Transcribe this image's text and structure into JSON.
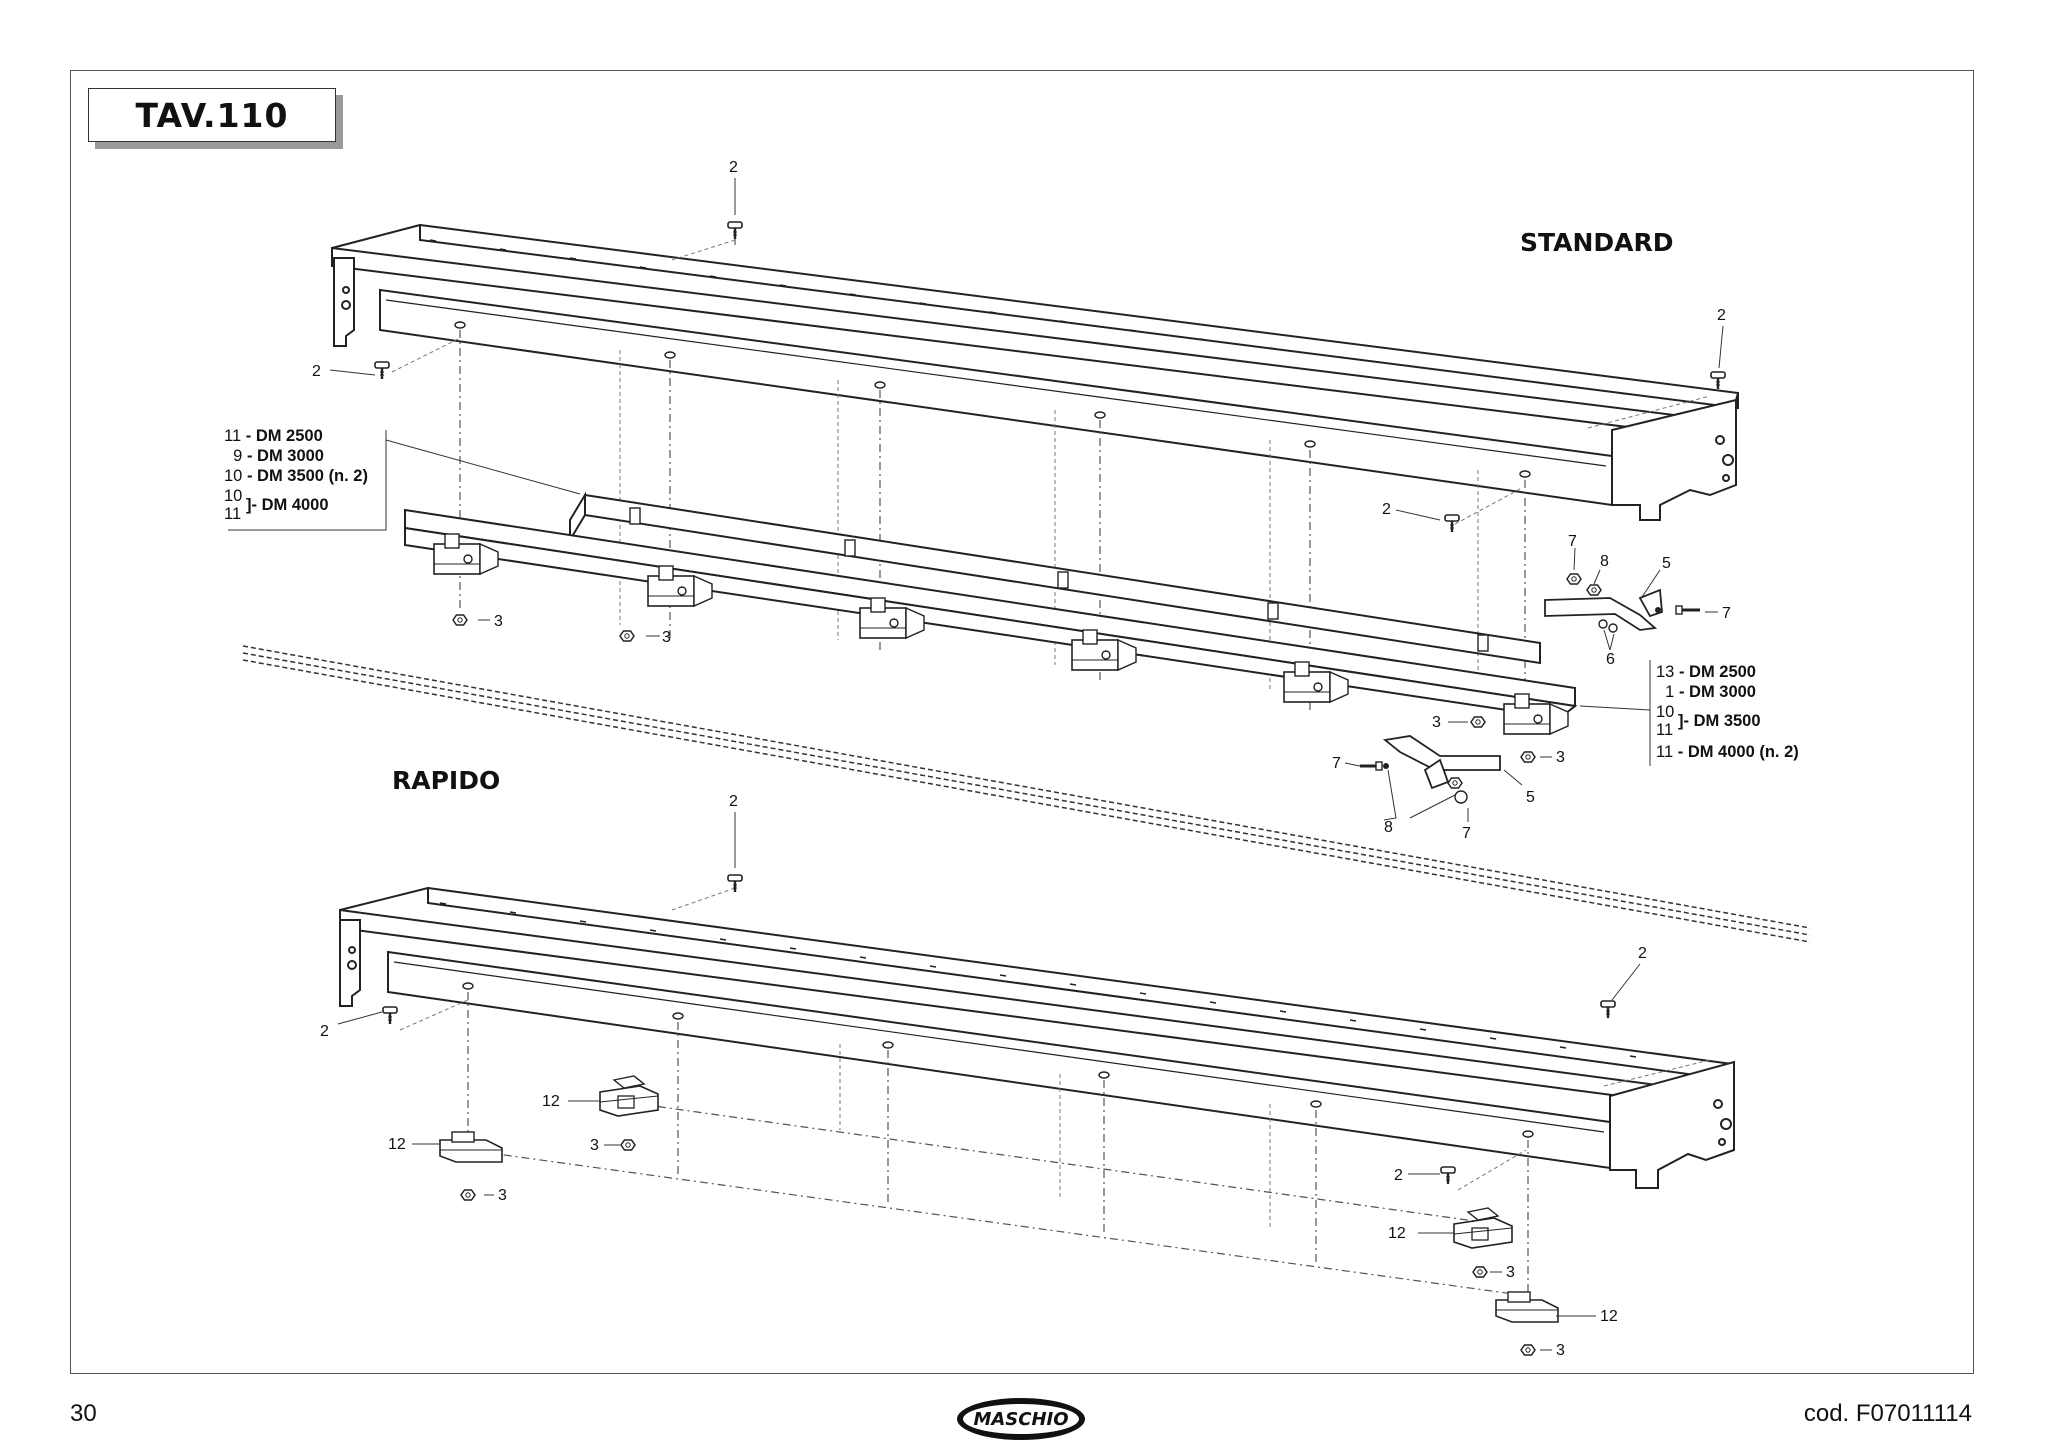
{
  "table": {
    "title": "TAV.110"
  },
  "sections": {
    "standard": "STANDARD",
    "rapido": "RAPIDO"
  },
  "legend_left": {
    "rows": [
      {
        "num": "11",
        "label": "- DM 2500"
      },
      {
        "num": "9",
        "label": "- DM 3000"
      },
      {
        "num": "10",
        "label": "- DM 3500 (n. 2)"
      }
    ],
    "pair": {
      "num1": "10",
      "num2": "11",
      "label": "]- DM 4000"
    }
  },
  "legend_right": {
    "rows_top": [
      {
        "num": "13",
        "label": "- DM 2500"
      },
      {
        "num": "1",
        "label": "- DM 3000"
      }
    ],
    "pair": {
      "num1": "10",
      "num2": "11",
      "label": "]- DM 3500"
    },
    "rows_bottom": [
      {
        "num": "11",
        "label": "- DM 4000 (n. 2)"
      }
    ]
  },
  "callouts": {
    "std": [
      "2",
      "2",
      "2",
      "2",
      "3",
      "3",
      "7",
      "8",
      "5",
      "7",
      "6",
      "3",
      "3",
      "7",
      "5",
      "8",
      "7"
    ],
    "rap": [
      "2",
      "2",
      "2",
      "2",
      "12",
      "3",
      "12",
      "3",
      "12",
      "3",
      "12",
      "3"
    ]
  },
  "footer": {
    "page_number": "30",
    "code": "cod.  F07011114",
    "logo_text": "MASCHIO"
  }
}
